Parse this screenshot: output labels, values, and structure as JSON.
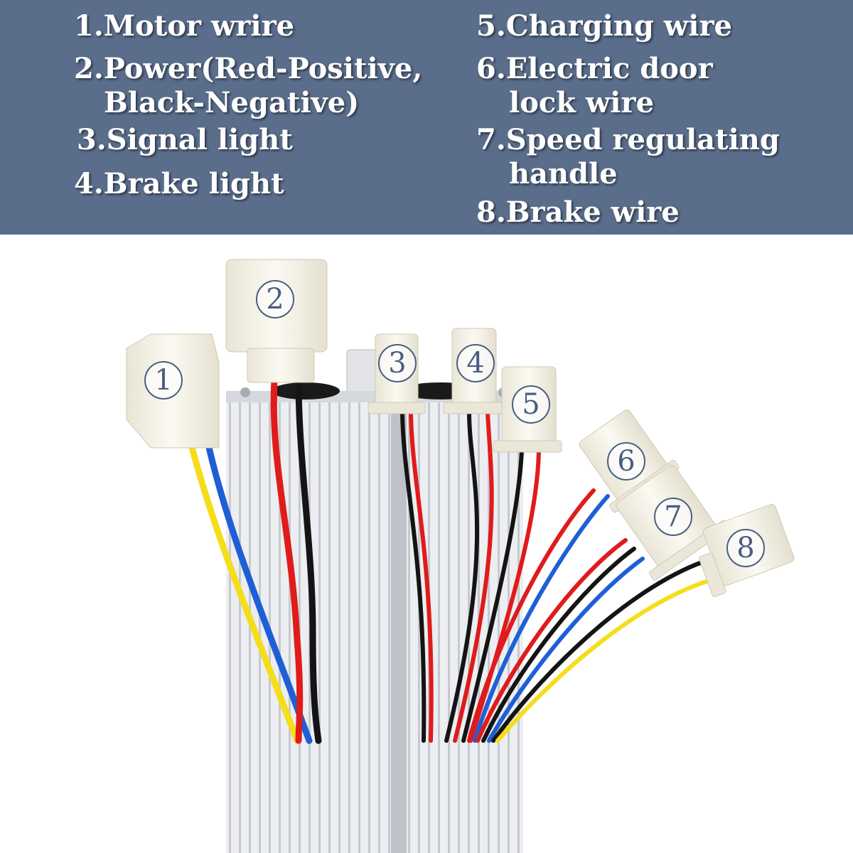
{
  "legend": {
    "left": [
      {
        "lines": [
          "1.Motor wrire"
        ]
      },
      {
        "lines": [
          "2.Power(Red-Positive,",
          "Black-Negative)"
        ]
      },
      {
        "lines": [
          "3.Signal light"
        ]
      },
      {
        "lines": [
          "4.Brake light"
        ]
      }
    ],
    "right": [
      {
        "lines": [
          "5.Charging wire"
        ]
      },
      {
        "lines": [
          "6.Electric door",
          "lock wire"
        ]
      },
      {
        "lines": [
          "7.Speed regulating",
          "handle"
        ]
      },
      {
        "lines": [
          "8.Brake wire"
        ]
      }
    ]
  },
  "connectors": [
    {
      "id": "1",
      "wires": [
        "#f5dd1a",
        "#1f5fd6"
      ]
    },
    {
      "id": "2",
      "wires": [
        "#e01b1b",
        "#141414"
      ]
    },
    {
      "id": "3",
      "wires": [
        "#141414",
        "#e01b1b"
      ]
    },
    {
      "id": "4",
      "wires": [
        "#141414",
        "#e01b1b"
      ]
    },
    {
      "id": "5",
      "wires": [
        "#141414",
        "#e01b1b"
      ]
    },
    {
      "id": "6",
      "wires": [
        "#e01b1b",
        "#1f5fd6"
      ]
    },
    {
      "id": "7",
      "wires": [
        "#e01b1b",
        "#141414",
        "#1f5fd6"
      ]
    },
    {
      "id": "8",
      "wires": [
        "#141414",
        "#f5dd1a"
      ]
    }
  ],
  "colors": {
    "banner": "#5a6e8c",
    "callout": "#4a5e82",
    "connector": "#f5f2e6",
    "housing": "#d9dce0"
  }
}
